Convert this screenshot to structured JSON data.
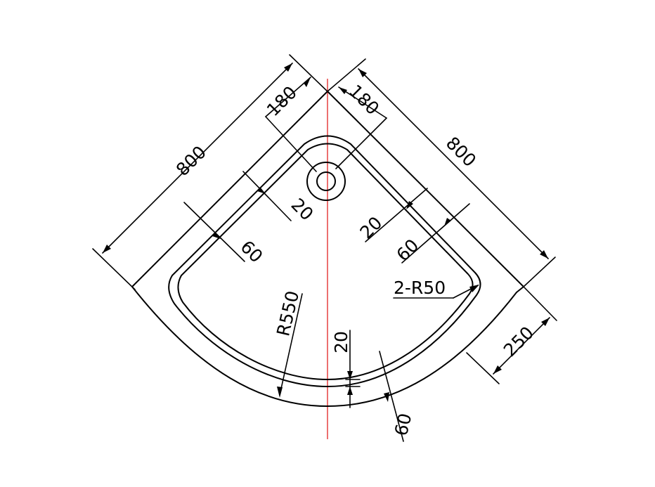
{
  "diagram": {
    "labels": {
      "overall_left": "800",
      "overall_right": "800",
      "offset_left": "180",
      "offset_right": "180",
      "rim_left": "20",
      "rim_right": "20",
      "wall_left": "60",
      "wall_right": "60",
      "corner_radius": "2-R50",
      "front_radius": "R550",
      "side_length": "250",
      "rim_front": "20",
      "wall_front": "60"
    },
    "colors": {
      "line": "#000000",
      "centerline": "#e01010",
      "background": "#ffffff"
    }
  }
}
